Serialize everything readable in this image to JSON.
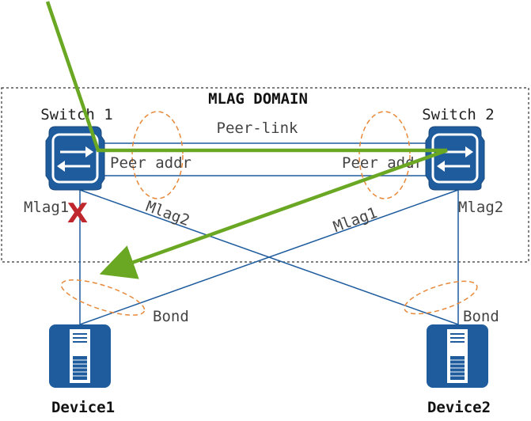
{
  "domain_label": "MLAG DOMAIN",
  "peer_link_label": "Peer-link",
  "switches": [
    {
      "name": "Switch 1",
      "peer_label": "Peer addr",
      "port_label": "Mlag1"
    },
    {
      "name": "Switch 2",
      "peer_label": "Peer addr",
      "port_label": "Mlag2"
    }
  ],
  "cross_links": [
    {
      "label": "Mlag2"
    },
    {
      "label": "Mlag1"
    }
  ],
  "bond_labels": [
    "Bond",
    "Bond"
  ],
  "devices": [
    {
      "name": "Device1"
    },
    {
      "name": "Device2"
    }
  ],
  "failure_mark": "X",
  "colors": {
    "switch_fill": "#1f5c9e",
    "link": "#1f5c9e",
    "traffic_path": "#6aa824",
    "bond_ellipse": "#e8893a",
    "failure": "#c0272d",
    "domain_border": "#333333"
  }
}
